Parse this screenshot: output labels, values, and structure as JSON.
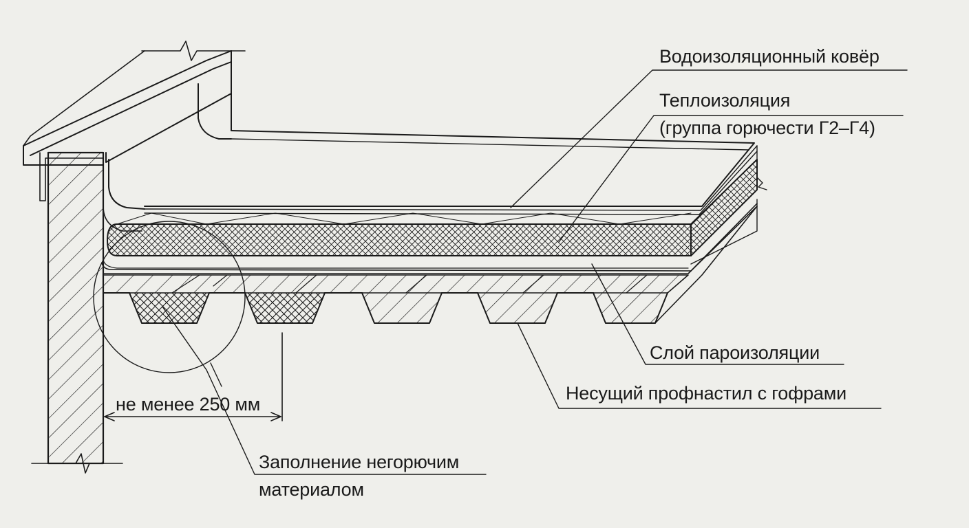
{
  "labels": {
    "waterproofing": "Водоизоляционный ковёр",
    "insulation_line1": "Теплоизоляция",
    "insulation_line2": "(группа горючести Г2–Г4)",
    "vapor_barrier": "Слой пароизоляции",
    "decking": "Несущий профнастил с гофрами",
    "dimension": "не менее 250 мм",
    "fill_line1": "Заполнение негорючим",
    "fill_line2": "материалом"
  },
  "colors": {
    "background": "#efefeb",
    "ink": "#1a1a1a"
  }
}
